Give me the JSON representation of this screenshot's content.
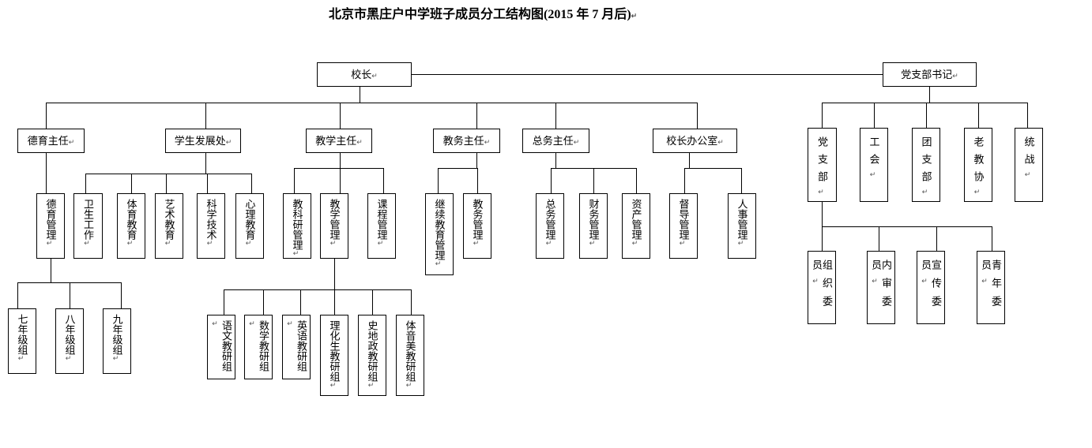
{
  "title": "北京市黑庄户中学班子成员分工结构图(2015 年 7 月后)",
  "admin": {
    "root": "校长",
    "departments": [
      {
        "label": "德育主任",
        "units": [
          "德育管理"
        ],
        "subunits": [
          "七年级组",
          "八年级组",
          "九年级组"
        ]
      },
      {
        "label": "学生发展处",
        "units": [
          "卫生工作",
          "体育教育",
          "艺术教育",
          "科学技术",
          "心理教育"
        ]
      },
      {
        "label": "教学主任",
        "units": [
          "教科研管理",
          "教学管理",
          "课程管理"
        ],
        "subunits": [
          "语文教研组",
          "数学教研组",
          "英语教研组",
          "理化生教研组",
          "史地政教研组",
          "体音美教研组"
        ]
      },
      {
        "label": "教务主任",
        "units": [
          "继续教育管理",
          "教务管理"
        ]
      },
      {
        "label": "总务主任",
        "units": [
          "总务管理",
          "财务管理",
          "资产管理"
        ]
      },
      {
        "label": "校长办公室",
        "units": [
          "督导管理",
          "人事管理"
        ]
      }
    ]
  },
  "party": {
    "root": "党支部书记",
    "branches": [
      "党支部",
      "工会",
      "团支部",
      "老教协",
      "统战"
    ],
    "committee": [
      "组织委员",
      "内审委员",
      "宣传委员",
      "青年委员"
    ]
  }
}
